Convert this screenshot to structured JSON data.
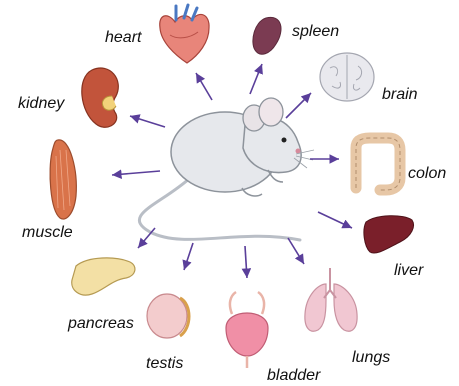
{
  "center": {
    "name": "mouse",
    "body_color": "#e6e8ec",
    "outline_color": "#8d939b"
  },
  "arrow_color": "#5a3f9a",
  "organs": {
    "heart": {
      "label": "heart",
      "color": "#d24b4b"
    },
    "spleen": {
      "label": "spleen",
      "color": "#7b3b52"
    },
    "brain": {
      "label": "brain",
      "color": "#e9e9ee"
    },
    "colon": {
      "label": "colon",
      "color": "#f2d7bd"
    },
    "liver": {
      "label": "liver",
      "color": "#7a1f2a"
    },
    "lungs": {
      "label": "lungs",
      "color": "#f1c7d2"
    },
    "bladder": {
      "label": "bladder",
      "color": "#f08fa6"
    },
    "testis": {
      "label": "testis",
      "color": "#f3cccd"
    },
    "pancreas": {
      "label": "pancreas",
      "color": "#f3e0a5"
    },
    "muscle": {
      "label": "muscle",
      "color": "#d9734a"
    },
    "kidney": {
      "label": "kidney",
      "color": "#c2543b"
    }
  }
}
